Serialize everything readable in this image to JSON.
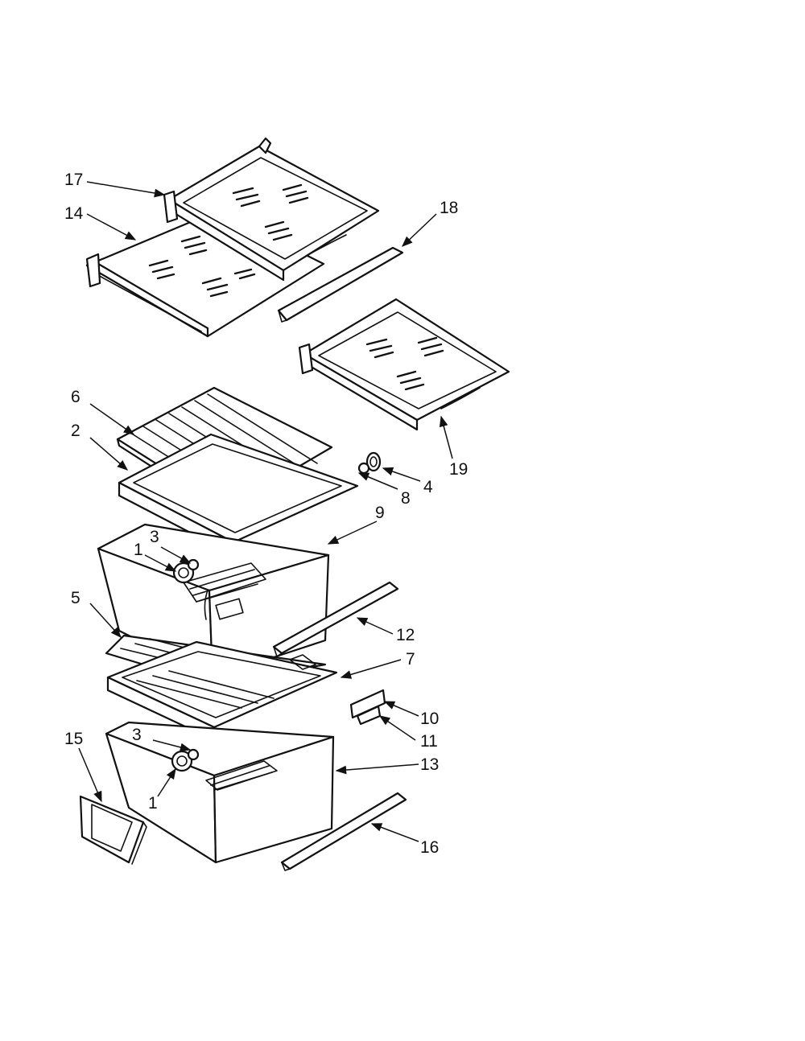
{
  "callouts": {
    "c1a": "1",
    "c1b": "1",
    "c2": "2",
    "c3a": "3",
    "c3b": "3",
    "c4": "4",
    "c5": "5",
    "c6": "6",
    "c7": "7",
    "c8": "8",
    "c9": "9",
    "c10": "10",
    "c11": "11",
    "c12": "12",
    "c13": "13",
    "c14": "14",
    "c15": "15",
    "c16": "16",
    "c17": "17",
    "c18": "18",
    "c19": "19"
  },
  "colors": {
    "line": "#111111",
    "background": "#ffffff"
  }
}
